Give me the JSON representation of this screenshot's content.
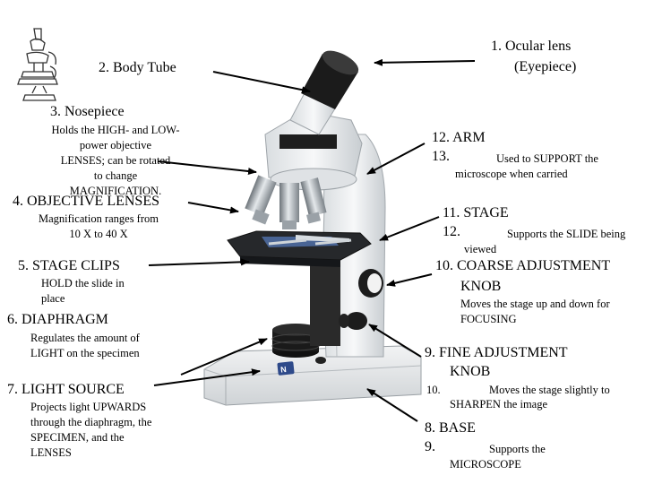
{
  "labels": {
    "ocular": {
      "title_1": "1.  Ocular lens",
      "title_2": "(Eyepiece)"
    },
    "body_tube": {
      "title": "2.  Body Tube"
    },
    "nosepiece": {
      "title": "3.  Nosepiece",
      "desc": [
        "Holds the HIGH- and LOW-",
        "power objective",
        "LENSES; can be rotated",
        "to change",
        "MAGNIFICATION."
      ]
    },
    "objective": {
      "title": "4.  OBJECTIVE LENSES",
      "desc": [
        "Magnification ranges from",
        "10 X to 40 X"
      ]
    },
    "stage_clips": {
      "title": "5.   STAGE CLIPS",
      "desc": [
        "HOLD the slide in",
        "place"
      ]
    },
    "diaphragm": {
      "title": "6.  DIAPHRAGM",
      "desc": [
        "Regulates the amount of",
        "LIGHT on the specimen"
      ]
    },
    "light_source": {
      "title": "7.  LIGHT SOURCE",
      "desc": [
        "Projects light UPWARDS",
        "through the diaphragm, the",
        "SPECIMEN, and the",
        "LENSES"
      ]
    },
    "arm": {
      "title_1": "12. ARM",
      "title_2": "13.",
      "desc_1": "Used to SUPPORT the",
      "desc_2": "microscope when carried"
    },
    "stage": {
      "title_1": "11. STAGE",
      "title_2": "12.",
      "desc_1": "Supports the SLIDE being",
      "desc_2": "viewed"
    },
    "coarse": {
      "title_1": "10. COARSE ADJUSTMENT",
      "title_2": "KNOB",
      "desc": [
        "Moves the stage up and down for",
        "FOCUSING"
      ]
    },
    "fine": {
      "title_1": "9.  FINE ADJUSTMENT",
      "title_2": "KNOB",
      "num": "10.",
      "desc_1": "Moves the stage slightly to",
      "desc_2": "SHARPEN the image"
    },
    "base": {
      "title_1": "8.  BASE",
      "title_2": "9.",
      "desc_1": "Supports the",
      "desc_2": "MICROSCOPE"
    }
  }
}
